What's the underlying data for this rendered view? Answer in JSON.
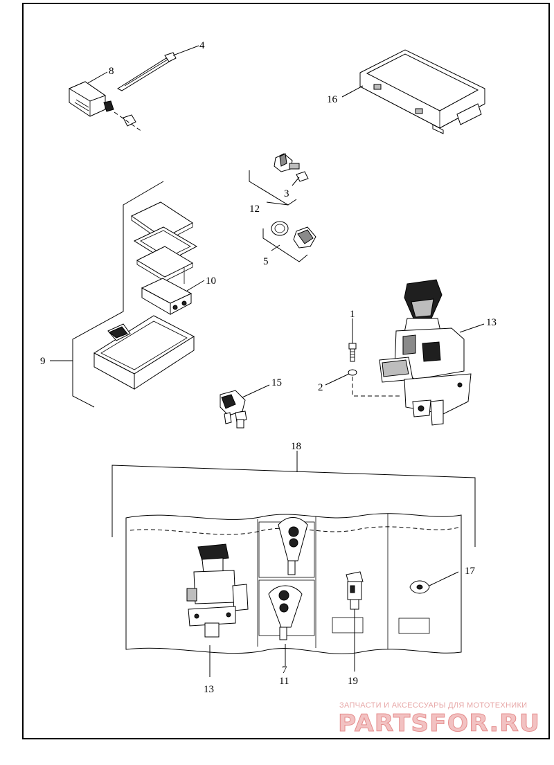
{
  "labels": {
    "l1": "1",
    "l2": "2",
    "l3": "3",
    "l4": "4",
    "l5": "5",
    "l7": "7",
    "l8": "8",
    "l9": "9",
    "l10": "10",
    "l11": "11",
    "l12": "12",
    "l13a": "13",
    "l13b": "13",
    "l15": "15",
    "l16": "16",
    "l17": "17",
    "l18": "18",
    "l19": "19"
  },
  "watermark": {
    "subtitle": "ЗАПЧАСТИ И АКСЕССУАРЫ ДЛЯ МОТОТЕХНИКИ",
    "brand": "PARTSFOR.RU"
  },
  "colors": {
    "line": "#000000",
    "background": "#ffffff",
    "watermark_fill": "#f2c2c2",
    "watermark_stroke": "#e58d8d"
  }
}
